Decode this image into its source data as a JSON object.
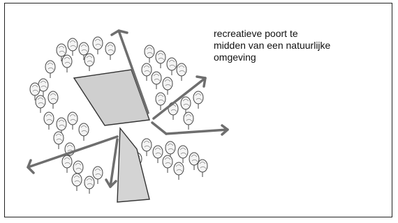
{
  "caption": {
    "lines": [
      "recreatieve poort te",
      "midden van een natuurlijke",
      "omgeving"
    ]
  },
  "colors": {
    "arrow": "#6e6e6e",
    "plane_fill": "#cfcfcf",
    "plane_stroke": "#333333",
    "tree_stroke": "#444444"
  }
}
